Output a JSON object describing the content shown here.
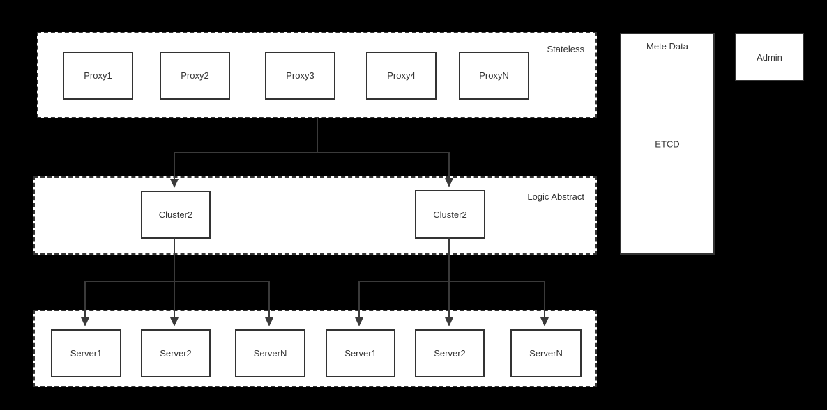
{
  "colors": {
    "background": "#000000",
    "container_fill": "#ffffff",
    "node_fill": "#ffffff",
    "border": "#333333",
    "connector": "#3a3a3a",
    "text": "#333333"
  },
  "stateless": {
    "label": "Stateless",
    "nodes": [
      "Proxy1",
      "Proxy2",
      "Proxy3",
      "Proxy4",
      "ProxyN"
    ]
  },
  "logic_abstract": {
    "label": "Logic Abstract",
    "nodes": [
      "Cluster2",
      "Cluster2"
    ]
  },
  "server_layer": {
    "left_group": [
      "Server1",
      "Server2",
      "ServerN"
    ],
    "right_group": [
      "Server1",
      "Server2",
      "ServerN"
    ]
  },
  "meta_data": {
    "label": "Mete Data",
    "content": "ETCD"
  },
  "admin": {
    "label": "Admin"
  }
}
